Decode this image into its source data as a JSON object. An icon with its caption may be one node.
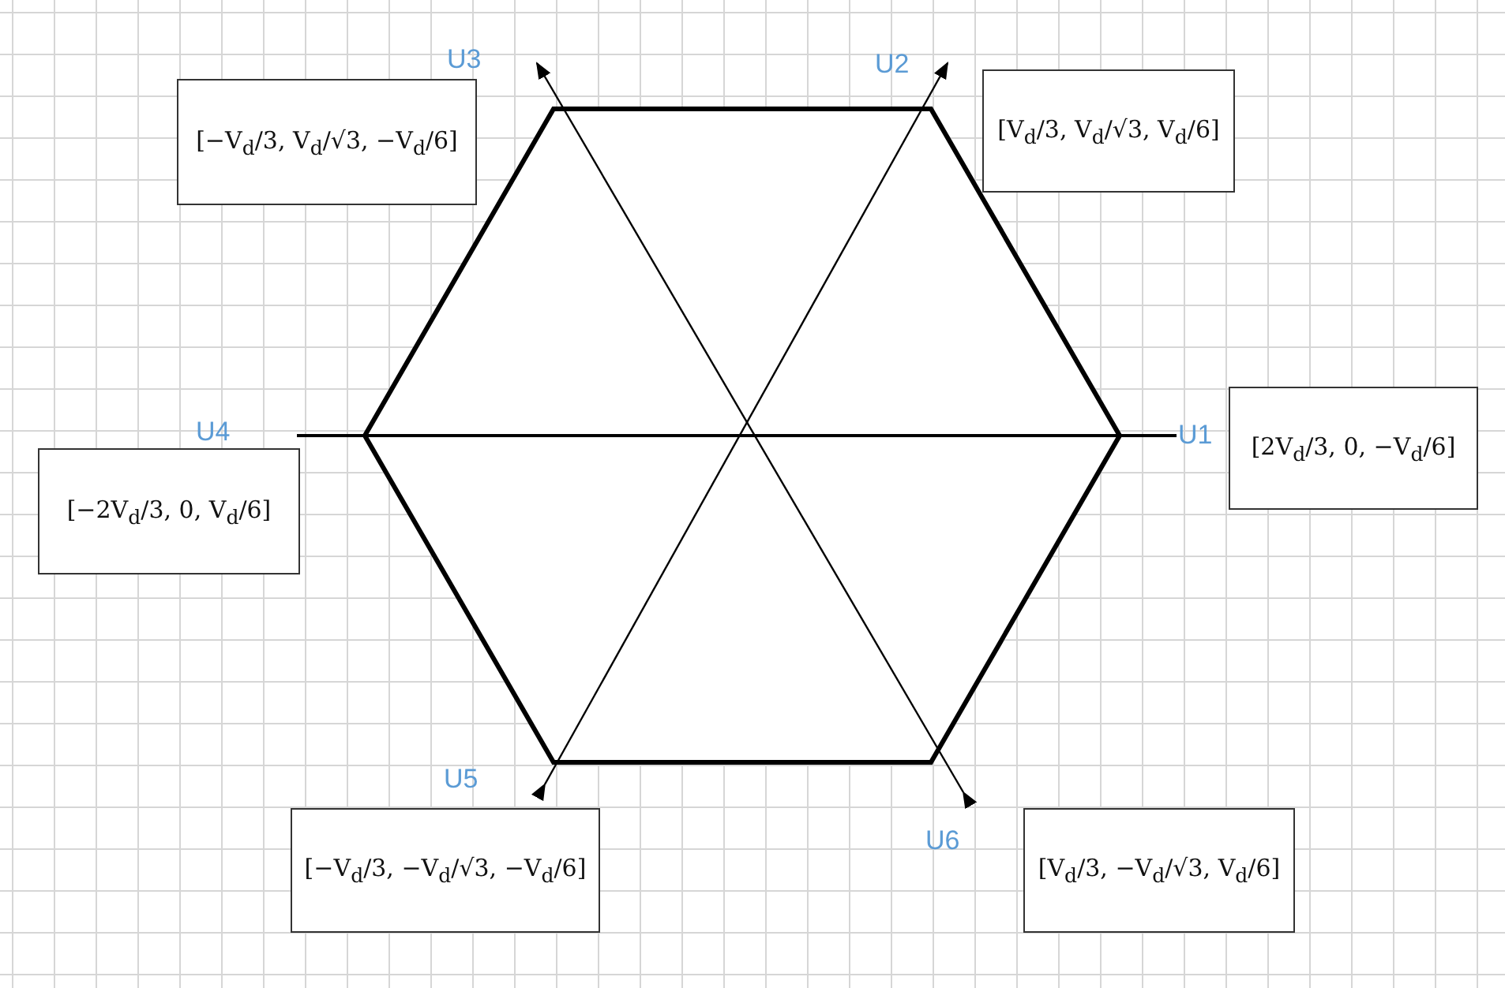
{
  "diagram": {
    "nodes": [
      {
        "text": [
          "[V$_{d}$/3, V$_{d}$/√3, V$_{d}$/6]"
        ],
        "beside": [
          "U2"
        ]
      },
      {
        "text": [
          "[−V$_{d}$/3, V$_{d}$/√3, −V$_{d}$/6]"
        ],
        "beside": [
          "U3"
        ]
      },
      {
        "text": [
          "[2V$_{d}$/3, 0, −V$_{d}$/6]"
        ],
        "beside": [
          "U1"
        ]
      },
      {
        "text": [
          "[−2V$_{d}$/3, 0, V$_{d}$/6]"
        ],
        "beside": [
          "U4"
        ]
      },
      {
        "text": [
          "[−V$_{d}$/3, −V$_{d}$/√3, −V$_{d}$/6]"
        ],
        "beside": [
          "U5"
        ]
      },
      {
        "text": [
          "[V$_{d}$/3, −V$_{d}$/√3, V$_{d}$/6]"
        ],
        "beside": [
          "U6"
        ]
      }
    ]
  }
}
